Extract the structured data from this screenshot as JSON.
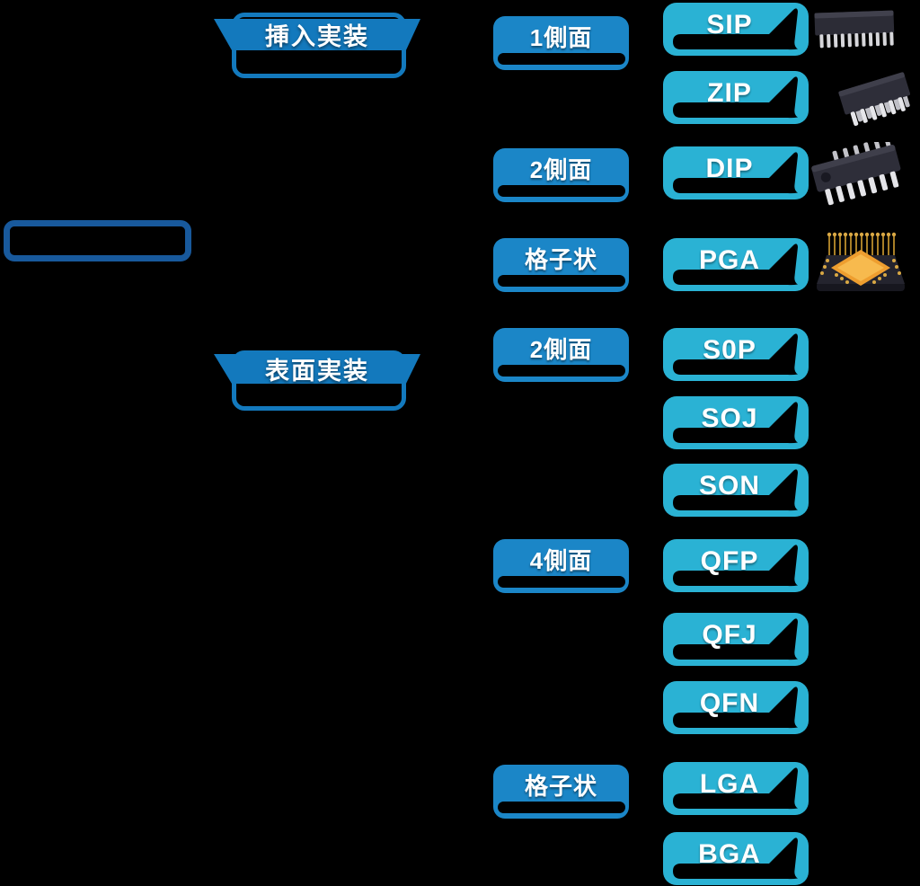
{
  "colors": {
    "background": "#000000",
    "root_border": "#18599c",
    "banner_blue": "#1379bd",
    "mid_blue": "#1b86c7",
    "leaf_cyan": "#2ab2d4",
    "text_white": "#ffffff"
  },
  "hierarchy": {
    "root_label": "",
    "branches": [
      {
        "mount": "挿入実装",
        "children": [
          {
            "pins": "1側面",
            "packages": [
              "SIP",
              "ZIP"
            ]
          },
          {
            "pins": "2側面",
            "packages": [
              "DIP"
            ]
          },
          {
            "pins": "格子状",
            "packages": [
              "PGA"
            ]
          }
        ]
      },
      {
        "mount": "表面実装",
        "children": [
          {
            "pins": "2側面",
            "packages": [
              "S0P",
              "SOJ",
              "SON"
            ]
          },
          {
            "pins": "4側面",
            "packages": [
              "QFP",
              "QFJ",
              "QFN"
            ]
          },
          {
            "pins": "格子状",
            "packages": [
              "LGA",
              "BGA"
            ]
          }
        ]
      }
    ]
  },
  "icons": [
    "sip-chip",
    "zip-chip",
    "dip-chip",
    "pga-chip"
  ]
}
